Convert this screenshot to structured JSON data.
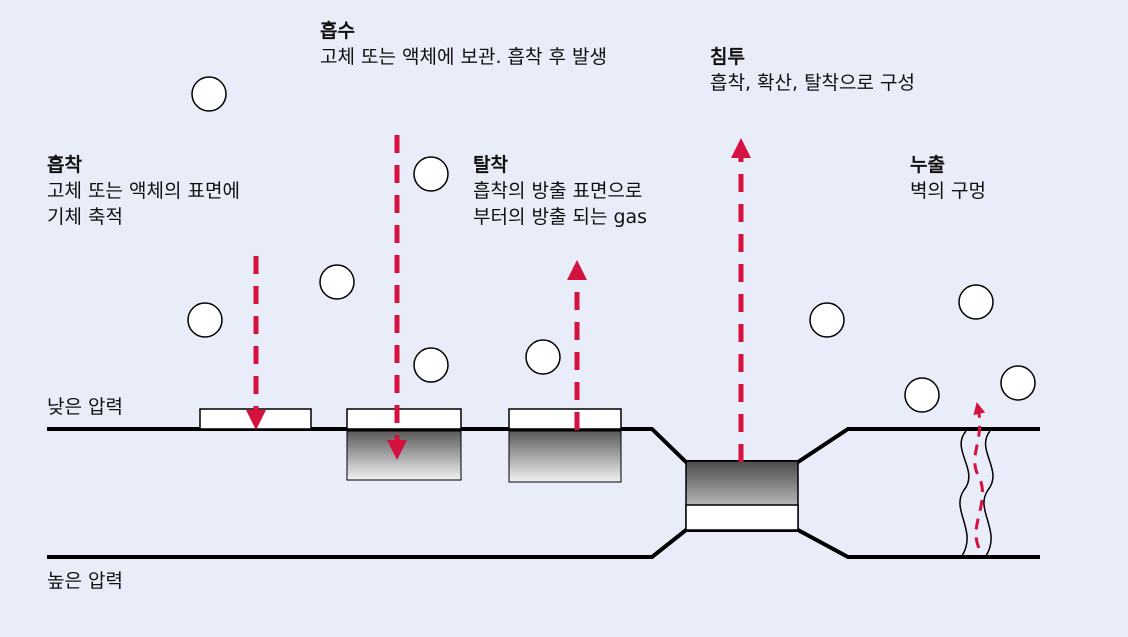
{
  "labels": {
    "adsorption": {
      "title": "흡착",
      "desc": "고체 또는 액체의 표면에 기체 축적"
    },
    "absorption": {
      "title": "흡수",
      "desc": "고체 또는 액체에 보관. 흡착 후 발생"
    },
    "desorption": {
      "title": "탈착",
      "desc": "흡착의 방출 표면으로부터의 방출 되는 gas"
    },
    "permeation": {
      "title": "침투",
      "desc": "흡착, 확산, 탈착으로 구성"
    },
    "leak": {
      "title": "누출",
      "desc": "벽의 구멍"
    }
  },
  "pressure": {
    "low": "낮은 압력",
    "high": "높은 압력"
  },
  "colors": {
    "arrow": "#d4113f",
    "line": "#000000",
    "background": "#e9edf9"
  }
}
